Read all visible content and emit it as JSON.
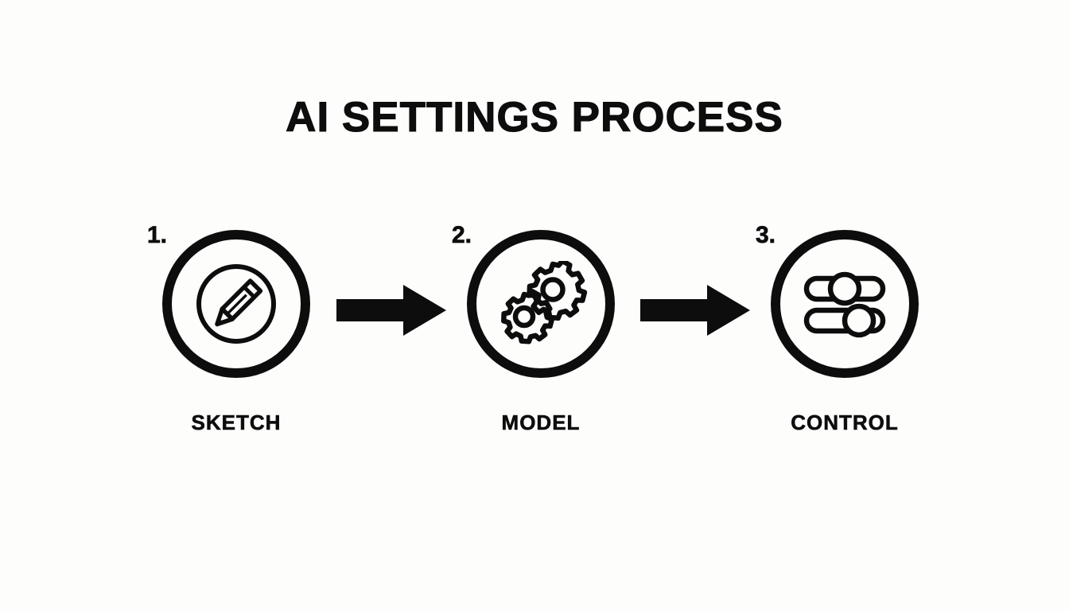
{
  "page": {
    "title": "AI SETTINGS PROCESS",
    "background_color": "#fdfdfc",
    "ink_color": "#0d0d0d"
  },
  "diagram": {
    "type": "process-flow",
    "orientation": "horizontal",
    "step_count": 3,
    "steps": [
      {
        "number": "1.",
        "label": "SKETCH",
        "icon": "pencil-in-circle-icon"
      },
      {
        "number": "2.",
        "label": "MODEL",
        "icon": "gears-icon"
      },
      {
        "number": "3.",
        "label": "CONTROL",
        "icon": "sliders-icon"
      }
    ],
    "connectors": [
      {
        "name": "arrow-right-icon",
        "from": "SKETCH",
        "to": "MODEL"
      },
      {
        "name": "arrow-right-icon",
        "from": "MODEL",
        "to": "CONTROL"
      }
    ]
  }
}
